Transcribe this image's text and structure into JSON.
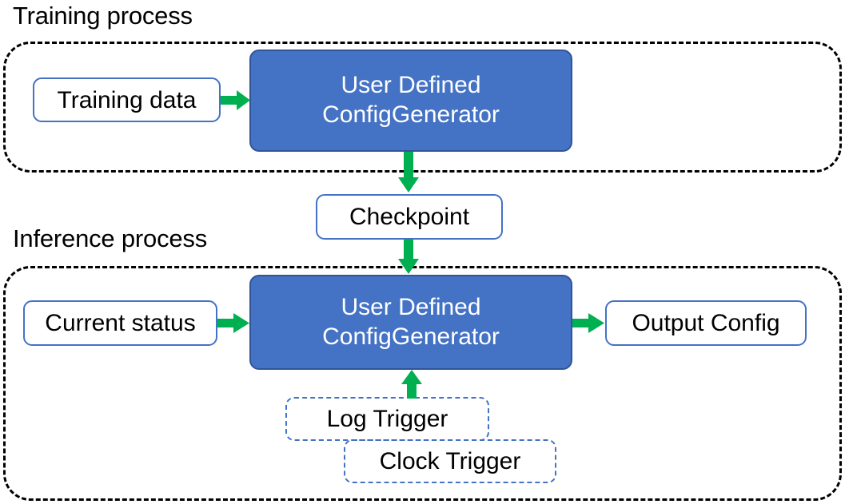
{
  "diagram": {
    "title": "Training process / Inference process pipeline",
    "colors": {
      "process_fill": "#4472C4",
      "process_border": "#2F5597",
      "node_border": "#4472C4",
      "arrow": "#00B050",
      "group_border": "#000000",
      "text_dark": "#000000",
      "text_light": "#FFFFFF",
      "background": "#FFFFFF"
    },
    "sections": [
      {
        "id": "training",
        "label": "Training process",
        "border_style": "dashed"
      },
      {
        "id": "inference",
        "label": "Inference process",
        "border_style": "dashed"
      }
    ],
    "nodes": [
      {
        "id": "training-data",
        "label": "Training data",
        "style": "plain",
        "section": "training"
      },
      {
        "id": "generator-training",
        "label_line1": "User Defined",
        "label_line2": "ConfigGenerator",
        "style": "process",
        "section": "training"
      },
      {
        "id": "checkpoint",
        "label": "Checkpoint",
        "style": "plain",
        "section": "between"
      },
      {
        "id": "current-status",
        "label": "Current status",
        "style": "plain",
        "section": "inference"
      },
      {
        "id": "generator-inference",
        "label_line1": "User Defined",
        "label_line2": "ConfigGenerator",
        "style": "process",
        "section": "inference"
      },
      {
        "id": "output-config",
        "label": "Output Config",
        "style": "plain",
        "section": "inference"
      },
      {
        "id": "log-trigger",
        "label": "Log Trigger",
        "style": "trigger-dashed",
        "section": "inference"
      },
      {
        "id": "clock-trigger",
        "label": "Clock Trigger",
        "style": "trigger-dashed",
        "section": "inference"
      }
    ],
    "edges": [
      {
        "id": "training-data-to-generator",
        "from": "training-data",
        "to": "generator-training",
        "direction": "right"
      },
      {
        "id": "generator-to-checkpoint",
        "from": "generator-training",
        "to": "checkpoint",
        "direction": "down"
      },
      {
        "id": "checkpoint-to-generator",
        "from": "checkpoint",
        "to": "generator-inference",
        "direction": "down"
      },
      {
        "id": "status-to-generator",
        "from": "current-status",
        "to": "generator-inference",
        "direction": "right"
      },
      {
        "id": "generator-to-output",
        "from": "generator-inference",
        "to": "output-config",
        "direction": "right"
      },
      {
        "id": "triggers-to-generator",
        "from": "log-trigger",
        "to": "generator-inference",
        "direction": "up"
      }
    ]
  }
}
